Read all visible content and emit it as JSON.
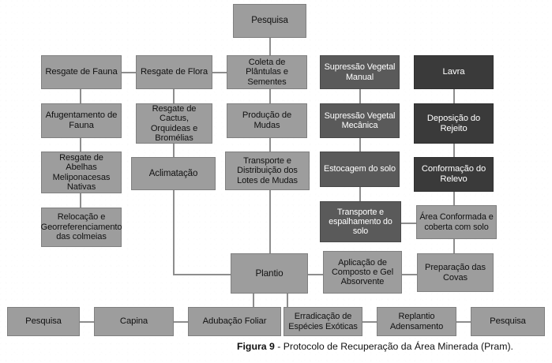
{
  "figure": {
    "label": "Figura 9",
    "separator": " - ",
    "title": "Protocolo de Recuperação da Área Minerada (Pram)."
  },
  "palette": {
    "light": "#9d9d9d",
    "mid": "#8f8f8f",
    "dark": "#5a5a5a",
    "darkest": "#3a3a3a",
    "connector": "#8d8d8d",
    "background": "#ffffff"
  },
  "columns": [
    {
      "name": "fauna",
      "tone": "light"
    },
    {
      "name": "flora",
      "tone": "light"
    },
    {
      "name": "mudas",
      "tone": "light"
    },
    {
      "name": "supressao-solo",
      "tone": "dark"
    },
    {
      "name": "lavra",
      "tone": "darkest"
    }
  ],
  "nodes": {
    "pesquisa_topo": "Pesquisa",
    "resgate_fauna": "Resgate de Fauna",
    "afugentamento_fauna": "Afugentamento de Fauna",
    "resgate_abelhas": "Resgate de Abelhas Meliponacesas Nativas",
    "relocacao_colmeias": "Relocação e Georreferenciamento das colmeias",
    "resgate_flora": "Resgate de Flora",
    "resgate_cactus": "Resgate de Cactus, Orquideas e Bromélias",
    "aclimatacao": "Aclimatação",
    "coleta_plantulas": "Coleta de Plântulas e Sementes",
    "producao_mudas": "Produção de Mudas",
    "transporte_lotes": "Transporte e Distribuição dos Lotes de Mudas",
    "supressao_manual": "Supressão Vegetal Manual",
    "supressao_mecanica": "Supressão Vegetal Mecânica",
    "estocagem_solo": "Estocagem do solo",
    "transporte_espalhamento": "Transporte e espalhamento do solo",
    "lavra": "Lavra",
    "deposicao_rejeito": "Deposição do Rejeito",
    "conformacao_relevo": "Conformação do Relevo",
    "area_conformada": "Área Conformada e coberta com solo",
    "plantio": "Plantio",
    "aplicacao_composto": "Aplicação de Composto e Gel Absorvente",
    "preparacao_covas": "Preparação das Covas",
    "pesquisa_rodape_esq": "Pesquisa",
    "capina": "Capina",
    "adubacao_foliar": "Adubação Foliar",
    "erradicacao_exoticas": "Erradicação de Espécies Exóticas",
    "replantio_adensamento": "Replantio Adensamento",
    "pesquisa_rodape_dir": "Pesquisa"
  }
}
